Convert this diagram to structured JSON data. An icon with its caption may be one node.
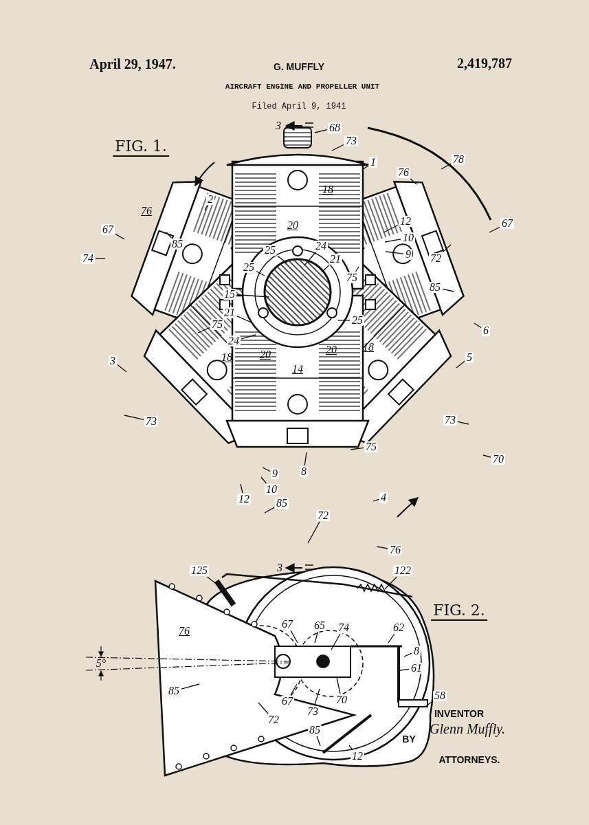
{
  "diagram": {
    "title": "AIRCRAFT ENGINE AND PROPELLER UNIT",
    "nodes": [
      {
        "text": [
          "68"
        ]
      },
      {
        "text": [
          "73"
        ]
      },
      {
        "text": [
          "78"
        ]
      },
      {
        "text": [
          "1"
        ]
      },
      {
        "text": [
          "76"
        ]
      },
      {
        "text": [
          "2"
        ]
      },
      {
        "text": [
          "12"
        ]
      },
      {
        "text": [
          "67"
        ]
      },
      {
        "text": [
          "67"
        ]
      },
      {
        "text": [
          "10"
        ]
      },
      {
        "text": [
          "85"
        ]
      },
      {
        "text": [
          "25"
        ]
      },
      {
        "text": [
          "24"
        ]
      },
      {
        "text": [
          "72"
        ]
      },
      {
        "text": [
          "9"
        ]
      },
      {
        "text": [
          "74"
        ]
      },
      {
        "text": [
          "21"
        ]
      },
      {
        "text": [
          "25"
        ]
      },
      {
        "text": [
          "75"
        ]
      },
      {
        "text": [
          "85"
        ]
      },
      {
        "text": [
          "15"
        ]
      },
      {
        "text": [
          "21"
        ]
      },
      {
        "text": [
          "25"
        ]
      },
      {
        "text": [
          "75"
        ]
      },
      {
        "text": [
          "6"
        ]
      },
      {
        "text": [
          "24"
        ]
      },
      {
        "text": [
          "3"
        ]
      },
      {
        "text": [
          "5"
        ]
      },
      {
        "text": [
          "73"
        ]
      },
      {
        "text": [
          "73"
        ]
      },
      {
        "text": [
          "75"
        ]
      },
      {
        "text": [
          "70"
        ]
      },
      {
        "text": [
          "9"
        ]
      },
      {
        "text": [
          "8"
        ]
      },
      {
        "text": [
          "10"
        ]
      },
      {
        "text": [
          "12"
        ]
      },
      {
        "text": [
          "85"
        ]
      },
      {
        "text": [
          "4"
        ]
      },
      {
        "text": [
          "72"
        ]
      },
      {
        "text": [
          "76"
        ]
      },
      {
        "text": [
          "125"
        ]
      },
      {
        "text": [
          "122"
        ]
      },
      {
        "text": [
          "67"
        ]
      },
      {
        "text": [
          "65"
        ]
      },
      {
        "text": [
          "74"
        ]
      },
      {
        "text": [
          "62"
        ]
      },
      {
        "text": [
          "8"
        ]
      },
      {
        "text": [
          "61"
        ]
      },
      {
        "text": [
          "58"
        ]
      },
      {
        "text": [
          "85"
        ]
      },
      {
        "text": [
          "67"
        ]
      },
      {
        "text": [
          "70"
        ]
      },
      {
        "text": [
          "73"
        ]
      },
      {
        "text": [
          "72"
        ]
      },
      {
        "text": [
          "85"
        ]
      },
      {
        "text": [
          "12"
        ]
      }
    ],
    "edges": [
      {
        "from": 0,
        "to": null,
        "arrow": "none"
      },
      {
        "from": 1,
        "to": null,
        "arrow": "none"
      },
      {
        "from": 2,
        "to": null,
        "arrow": "none"
      },
      {
        "from": 3,
        "to": null,
        "arrow": "none"
      },
      {
        "from": 4,
        "to": null,
        "arrow": "none"
      },
      {
        "from": 5,
        "to": null,
        "arrow": "none"
      },
      {
        "from": 6,
        "to": null,
        "arrow": "none"
      },
      {
        "from": 7,
        "to": null,
        "arrow": "none"
      },
      {
        "from": 8,
        "to": null,
        "arrow": "none"
      },
      {
        "from": 9,
        "to": null,
        "arrow": "none"
      },
      {
        "from": 10,
        "to": null,
        "arrow": "none"
      },
      {
        "from": 11,
        "to": null,
        "arrow": "none"
      },
      {
        "from": 12,
        "to": null,
        "arrow": "none"
      },
      {
        "from": 13,
        "to": null,
        "arrow": "none"
      },
      {
        "from": 14,
        "to": null,
        "arrow": "none"
      },
      {
        "from": 15,
        "to": null,
        "arrow": "none"
      },
      {
        "from": 16,
        "to": null,
        "arrow": "none"
      },
      {
        "from": 17,
        "to": null,
        "arrow": "none"
      },
      {
        "from": 18,
        "to": null,
        "arrow": "none"
      },
      {
        "from": 19,
        "to": null,
        "arrow": "none"
      },
      {
        "from": 20,
        "to": null,
        "arrow": "none"
      },
      {
        "from": 21,
        "to": null,
        "arrow": "none"
      },
      {
        "from": 22,
        "to": null,
        "arrow": "none"
      },
      {
        "from": 23,
        "to": null,
        "arrow": "none"
      },
      {
        "from": 24,
        "to": null,
        "arrow": "none"
      },
      {
        "from": 25,
        "to": null,
        "arrow": "none"
      },
      {
        "from": 26,
        "to": null,
        "arrow": "none"
      },
      {
        "from": 27,
        "to": null,
        "arrow": "none"
      },
      {
        "from": 28,
        "to": null,
        "arrow": "none"
      },
      {
        "from": 29,
        "to": null,
        "arrow": "none"
      },
      {
        "from": 30,
        "to": null,
        "arrow": "none"
      },
      {
        "from": 31,
        "to": null,
        "arrow": "none"
      },
      {
        "from": 32,
        "to": null,
        "arrow": "none"
      },
      {
        "from": 33,
        "to": null,
        "arrow": "none"
      },
      {
        "from": 34,
        "to": null,
        "arrow": "none"
      },
      {
        "from": 35,
        "to": null,
        "arrow": "none"
      },
      {
        "from": 36,
        "to": null,
        "arrow": "none"
      },
      {
        "from": 37,
        "to": null,
        "arrow": "none"
      },
      {
        "from": 38,
        "to": null,
        "arrow": "none"
      },
      {
        "from": 39,
        "to": null,
        "arrow": "none"
      },
      {
        "from": 40,
        "to": null,
        "arrow": "none"
      },
      {
        "from": 41,
        "to": null,
        "arrow": "none"
      },
      {
        "from": 42,
        "to": null,
        "arrow": "none"
      },
      {
        "from": 43,
        "to": null,
        "arrow": "none"
      },
      {
        "from": 44,
        "to": null,
        "arrow": "none"
      },
      {
        "from": 45,
        "to": null,
        "arrow": "none"
      },
      {
        "from": 46,
        "to": null,
        "arrow": "none"
      },
      {
        "from": 47,
        "to": null,
        "arrow": "none"
      },
      {
        "from": 48,
        "to": null,
        "arrow": "none"
      },
      {
        "from": 49,
        "to": null,
        "arrow": "none"
      },
      {
        "from": 50,
        "to": null,
        "arrow": "none"
      },
      {
        "from": 51,
        "to": null,
        "arrow": "none"
      },
      {
        "from": 52,
        "to": null,
        "arrow": "none"
      },
      {
        "from": 53,
        "to": null,
        "arrow": "none"
      },
      {
        "from": 54,
        "to": null,
        "arrow": "none"
      },
      {
        "from": 55,
        "to": null,
        "arrow": "none"
      }
    ],
    "labels": [
      "April 29, 1947.",
      "G. MUFFLY",
      "2,419,787",
      "Filed April 9, 1941",
      "3",
      "FIG. 1.",
      "18",
      "76",
      "20",
      "18",
      "20",
      "20",
      "18",
      "14",
      "3",
      "FIG. 2.",
      "76",
      "5°",
      "INVENTOR",
      "Glenn Muffly.",
      "BY",
      "ATTORNEYS."
    ]
  }
}
